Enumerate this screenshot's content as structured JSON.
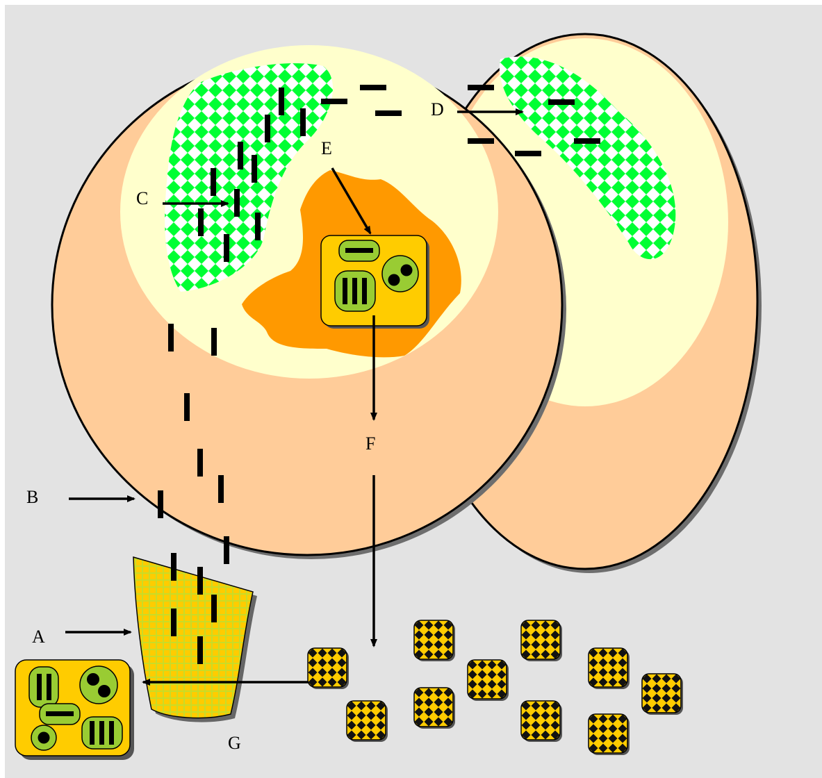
{
  "labels": {
    "A": "A",
    "B": "B",
    "C": "C",
    "D": "D",
    "E": "E",
    "F": "F",
    "G": "G"
  },
  "colors": {
    "background": "#e3e3e3",
    "cell": "#ffcc99",
    "cell_inner": "#ffffcc",
    "green_pattern": "#00ff33",
    "orange_region": "#ff9900",
    "yellow_box": "#ffcc00",
    "organelle": "#99cc33",
    "dark": "#000000"
  },
  "icons": {
    "checker_tile": "checker-tile-icon",
    "organelle_box": "organelle-box-icon"
  }
}
